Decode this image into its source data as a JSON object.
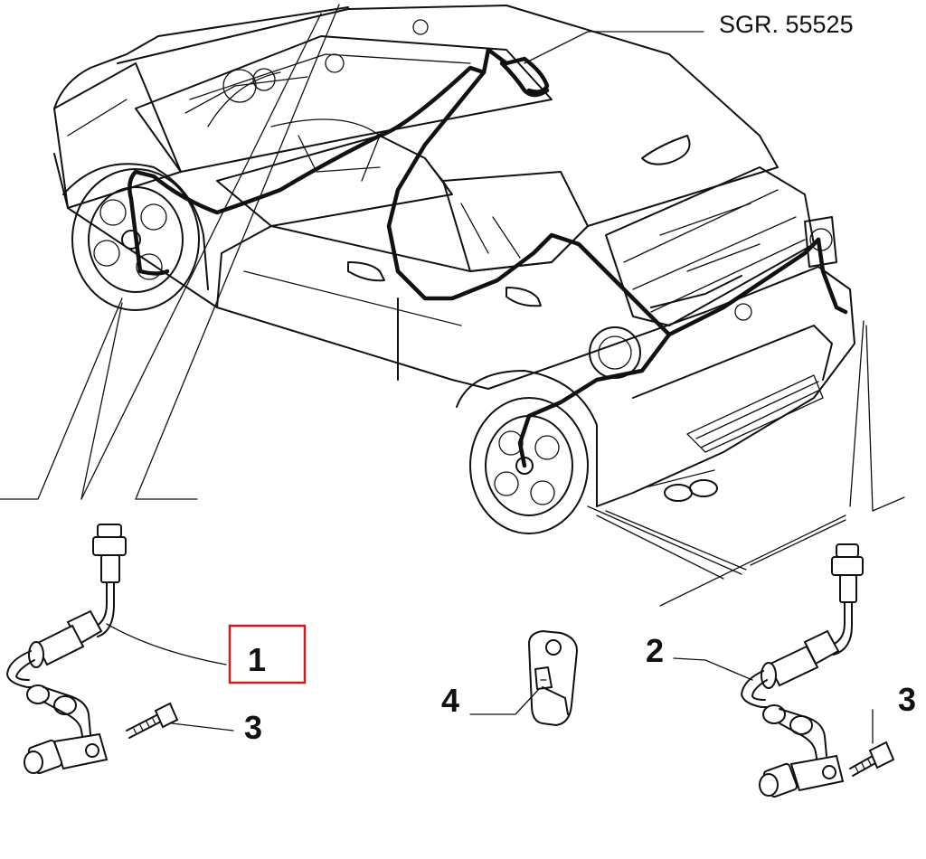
{
  "drawing": {
    "code": "SGR. 55525"
  },
  "parts": [
    {
      "number": "1",
      "selected": true
    },
    {
      "number": "2",
      "selected": false
    },
    {
      "number": "3",
      "selected": false
    },
    {
      "number": "4",
      "selected": false
    },
    {
      "number": "3",
      "selected": false
    }
  ],
  "colors": {
    "ink": "#111111",
    "highlight": "#d21a1a",
    "background": "#ffffff"
  }
}
